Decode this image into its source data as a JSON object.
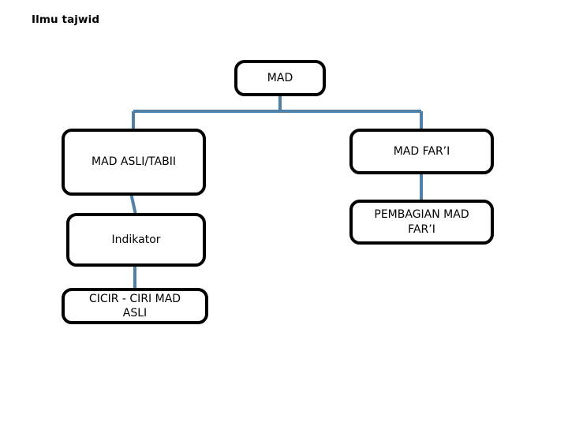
{
  "slide": {
    "title": "Ilmu tajwid",
    "background_color": "#ffffff",
    "text_color": "#000000",
    "box_border_color": "#000000",
    "connector_color": "#4f81a8"
  },
  "diagram": {
    "type": "hierarchy",
    "root": "MAD",
    "nodes": [
      {
        "id": "mad",
        "label": "MAD"
      },
      {
        "id": "mad-asli",
        "label": "MAD ASLI/TABII"
      },
      {
        "id": "mad-fari",
        "label": "MAD FAR’I"
      },
      {
        "id": "indikator",
        "label": "Indikator"
      },
      {
        "id": "pembagian",
        "label": "PEMBAGIAN MAD\nFAR’I"
      },
      {
        "id": "cicir",
        "label": "CICIR - CIRI MAD\nASLI"
      }
    ],
    "edges": [
      {
        "from": "mad",
        "to": "mad-asli"
      },
      {
        "from": "mad",
        "to": "mad-fari"
      },
      {
        "from": "mad-asli",
        "to": "indikator"
      },
      {
        "from": "indikator",
        "to": "cicir"
      },
      {
        "from": "mad-fari",
        "to": "pembagian"
      }
    ]
  }
}
